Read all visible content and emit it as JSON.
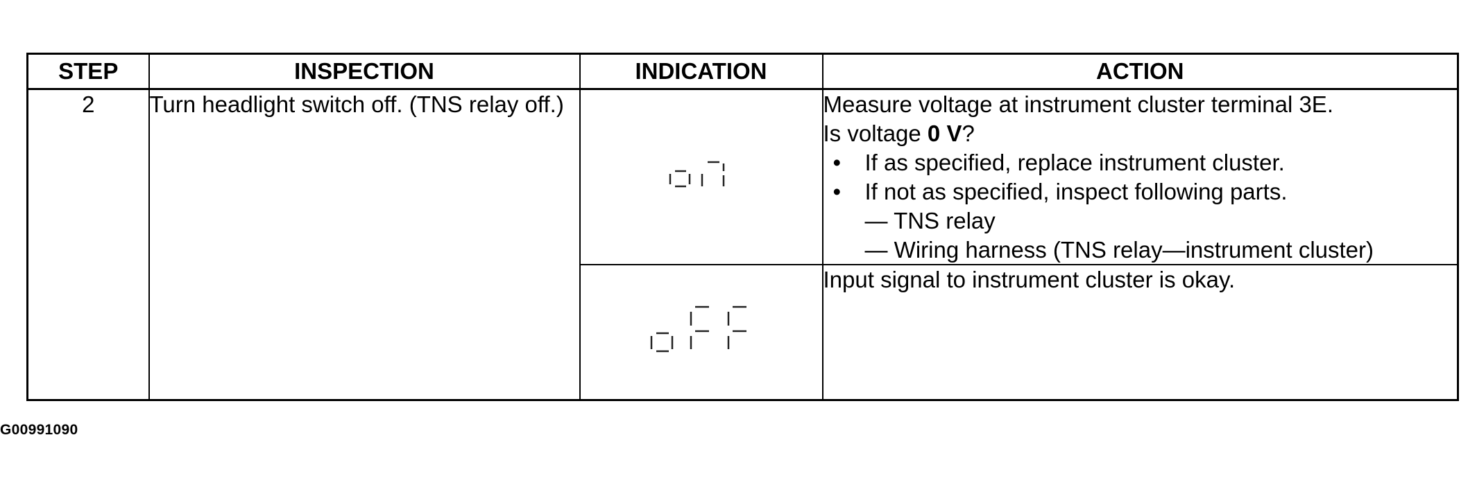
{
  "table": {
    "headers": [
      "STEP",
      "INSPECTION",
      "INDICATION",
      "ACTION"
    ],
    "step": "2",
    "inspection": "Turn headlight switch off. (TNS relay off.)",
    "rows": [
      {
        "indication": "on",
        "action": {
          "line1": "Measure voltage at instrument cluster terminal 3E.",
          "line2_prefix": "Is voltage ",
          "line2_bold": "0 V",
          "line2_suffix": "?",
          "bullets": [
            "If as specified, replace instrument cluster.",
            "If not as specified, inspect following parts."
          ],
          "subitems": [
            "— TNS relay",
            "— Wiring harness (TNS relay—instrument cluster)"
          ]
        }
      },
      {
        "indication": "oFF",
        "action": {
          "line1": "Input signal to instrument cluster is okay."
        }
      }
    ]
  },
  "figure_code": "G00991090"
}
